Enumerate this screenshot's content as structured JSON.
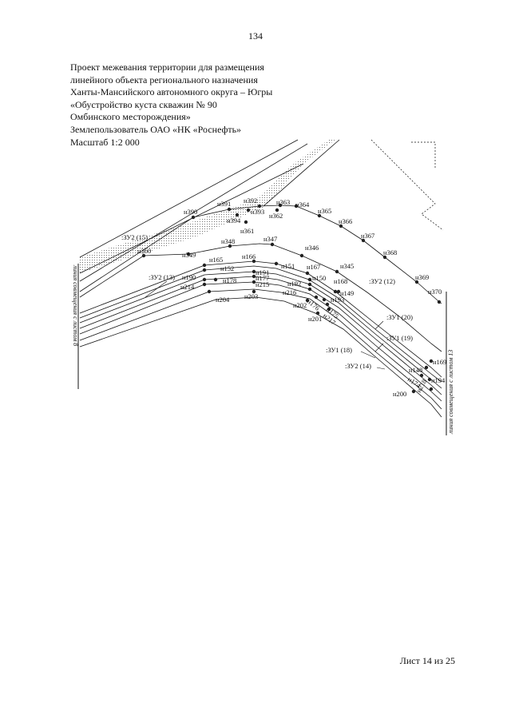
{
  "page_number": "134",
  "header_lines": [
    "Проект межевания территории для размещения",
    "линейного объекта регионального назначения",
    "Ханты-Мансийского автономного округа – Югры",
    "«Обустройство куста скважин № 90",
    "Омбинского месторождения»",
    "Землепользователь ОАО «НК «Роснефть»",
    "Масштаб 1:2 000"
  ],
  "map": {
    "left_edge_label": "линия совмещения с листом 8",
    "right_edge_label": "линия совмещения с листом 13",
    "plots": [
      ":ЗУ2 (15)",
      ":ЗУ2 (13)",
      ":ЗУ2 (12)",
      ":ЗУ1 (20)",
      ":ЗУ1 (19)",
      ":ЗУ1 (18)",
      ":ЗУ2 (14)"
    ],
    "points": [
      "н390",
      "н391",
      "н392",
      "н393",
      "н394",
      "н363",
      "н362",
      "н361",
      "н364",
      "н365",
      "н366",
      "н367",
      "н368",
      "н369",
      "н370",
      "н360",
      "н349",
      "н348",
      "н347",
      "н346",
      "н345",
      "н165",
      "н166",
      "н151",
      "н167",
      "н168",
      "н152",
      "н191",
      "н177",
      "н190",
      "н178",
      "н215",
      "н214",
      "н192",
      "н150",
      "н216",
      "н176",
      "н193",
      "н149",
      "н175",
      "н217",
      "н204",
      "н203",
      "н202",
      "н201",
      "н169",
      "н148",
      "н174",
      "н194",
      "н218",
      "н200"
    ]
  },
  "footer": "Лист 14 из 25"
}
